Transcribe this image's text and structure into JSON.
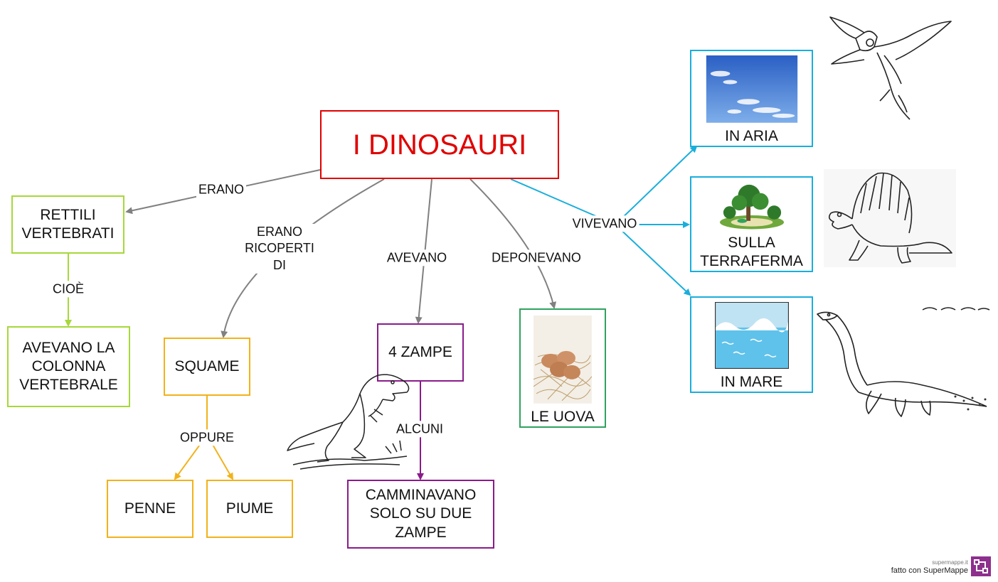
{
  "title": "I DINOSAURI",
  "colors": {
    "title": "#e00000",
    "lime": "#a6d83a",
    "amber": "#f2b21b",
    "purple": "#8a1b8a",
    "green": "#2fa35e",
    "cyan": "#1aaedb",
    "gray": "#808080"
  },
  "nodes": {
    "rettili": "RETTILI\nVERTEBRATI",
    "colonna": "AVEVANO LA\nCOLONNA\nVERTEBRALE",
    "squame": "SQUAME",
    "penne": "PENNE",
    "piume": "PIUME",
    "zampe": "4 ZAMPE",
    "camminavano": "CAMMINAVANO\nSOLO SU DUE\nZAMPE",
    "uova": "LE UOVA",
    "aria": "IN ARIA",
    "terraferma": "SULLA\nTERRAFERMA",
    "mare": "IN MARE"
  },
  "edge_labels": {
    "erano": "ERANO",
    "cioe": "CIOÈ",
    "ricoperti": "ERANO\nRICOPERTI\nDI",
    "oppure": "OPPURE",
    "avevano": "AVEVANO",
    "alcuni": "ALCUNI",
    "deponevano": "DEPONEVANO",
    "vivevano": "VIVEVANO"
  },
  "branding": {
    "site": "supermappe.it",
    "made_with": "fatto con SuperMappe"
  }
}
